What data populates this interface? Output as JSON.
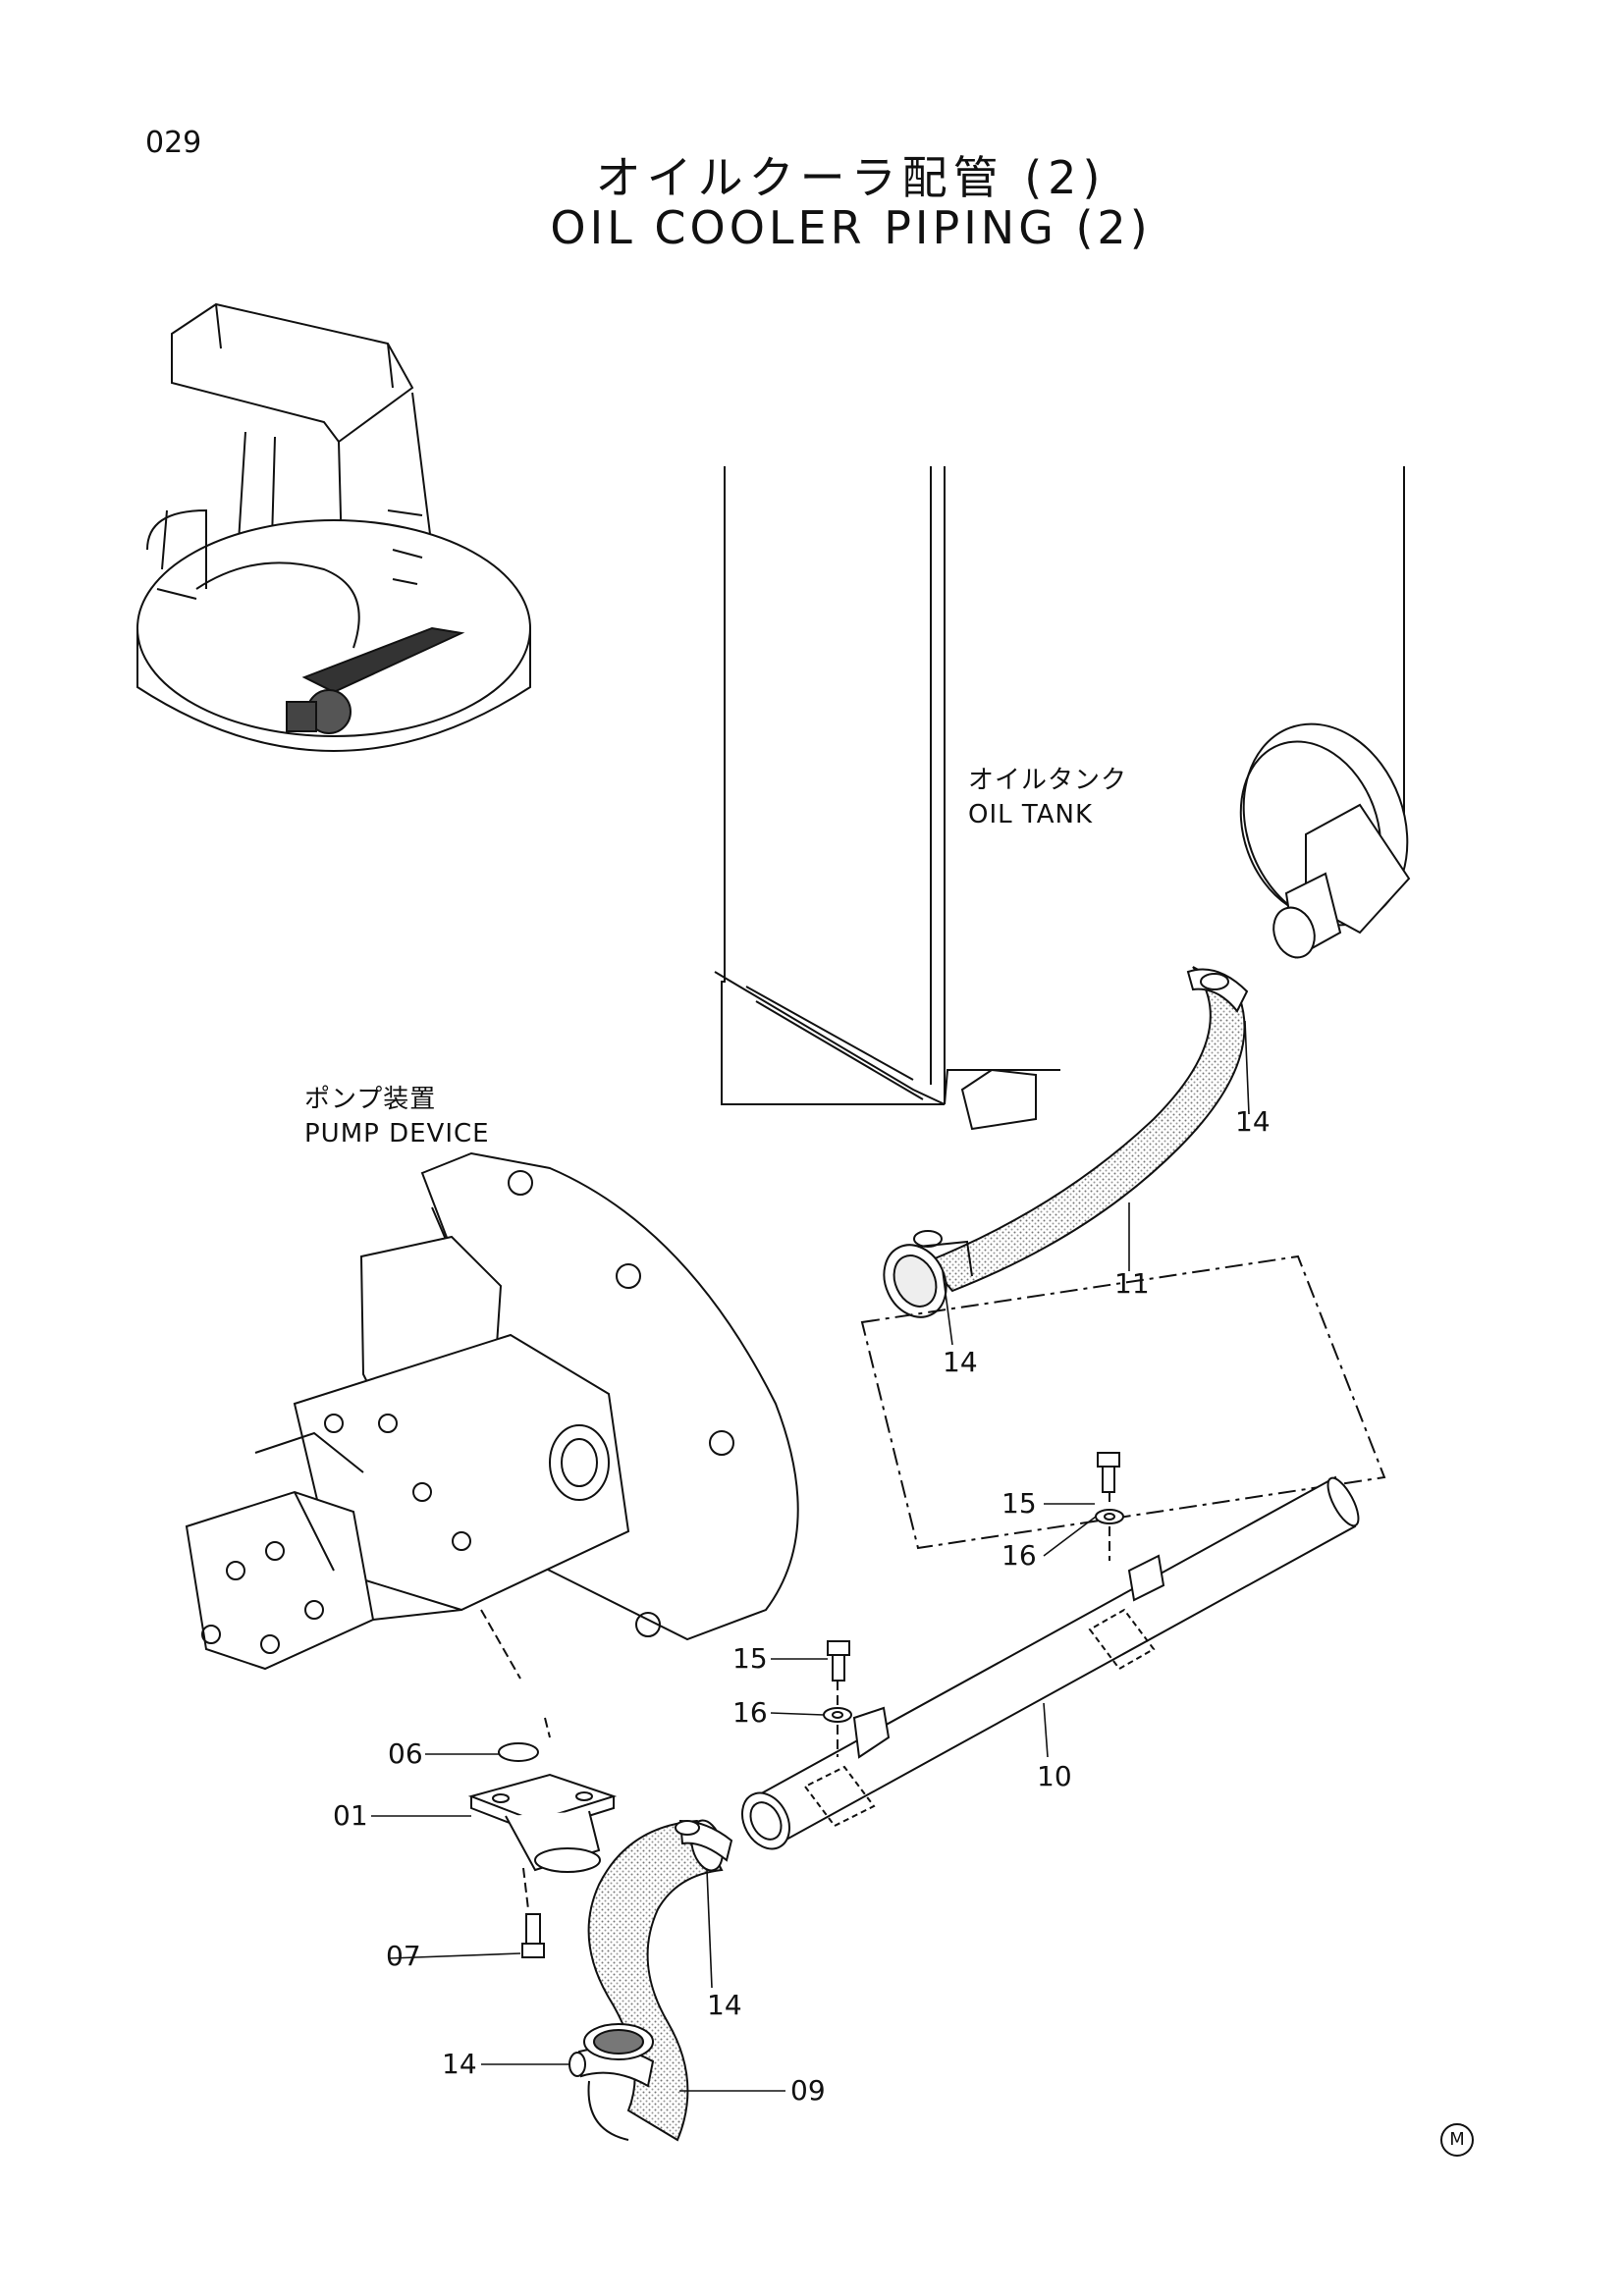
{
  "page_number": "029",
  "title_jp": "オイルクーラ配管 (2)",
  "title_en": "OIL COOLER PIPING (2)",
  "labels": {
    "oil_tank_jp": "オイルタンク",
    "oil_tank_en": "OIL TANK",
    "pump_device_jp": "ポンプ装置",
    "pump_device_en": "PUMP DEVICE"
  },
  "parts": [
    {
      "no": "14",
      "name": "hose-clamp"
    },
    {
      "no": "11",
      "name": "hose"
    },
    {
      "no": "15",
      "name": "bolt"
    },
    {
      "no": "16",
      "name": "washer"
    },
    {
      "no": "10",
      "name": "pipe"
    },
    {
      "no": "06",
      "name": "o-ring"
    },
    {
      "no": "01",
      "name": "flange"
    },
    {
      "no": "07",
      "name": "socket-bolt"
    },
    {
      "no": "09",
      "name": "elbow-hose"
    }
  ],
  "callouts": {
    "c14a": "14",
    "c11": "11",
    "c14b": "14",
    "c15a": "15",
    "c16a": "16",
    "c15b": "15",
    "c16b": "16",
    "c10": "10",
    "c06": "06",
    "c01": "01",
    "c07": "07",
    "c14c": "14",
    "c14d": "14",
    "c09": "09"
  },
  "mark": "M",
  "icons": {
    "excavator-overview": "excavator-overview-icon",
    "oil-tank": "oil-tank-icon",
    "pump-device": "pump-device-icon"
  }
}
